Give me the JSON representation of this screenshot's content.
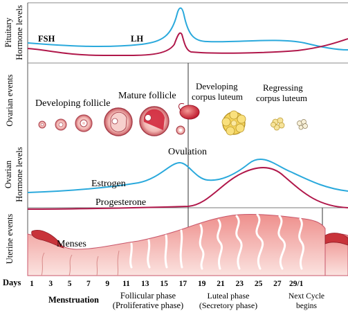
{
  "pituitary": {
    "axis_label_line1": "Pituitary",
    "axis_label_line2": "Hormone levels",
    "fsh_label": "FSH",
    "lh_label": "LH"
  },
  "ovarian_events": {
    "axis_label": "Ovarian events",
    "developing_follicle": "Developing follicle",
    "mature_follicle": "Mature follicle",
    "developing_corpus_line1": "Developing",
    "developing_corpus_line2": "corpus luteum",
    "regressing_corpus_line1": "Regressing",
    "regressing_corpus_line2": "corpus luteum",
    "ovulation": "Ovulation"
  },
  "ovarian_hormones": {
    "axis_label_line1": "Ovarian",
    "axis_label_line2": "Hormone levels",
    "estrogen": "Estrogen",
    "progesterone": "Progesterone"
  },
  "uterine": {
    "axis_label": "Uterine events",
    "menses": "Menses"
  },
  "days": {
    "label": "Days",
    "ticks": [
      "1",
      "3",
      "5",
      "7",
      "9",
      "11",
      "13",
      "15",
      "17",
      "19",
      "21",
      "23",
      "25",
      "27",
      "29/1"
    ]
  },
  "phases": {
    "menstruation": "Menstruation",
    "follicular_line1": "Follicular phase",
    "follicular_line2": "(Proliferative phase)",
    "luteal_line1": "Luteal phase",
    "luteal_line2": "(Secretory phase)",
    "next_line1": "Next Cycle",
    "next_line2": "begins"
  },
  "colors": {
    "fsh_line": "#2aa9dc",
    "lh_line": "#b0174a",
    "estrogen_line": "#2aa9dc",
    "progesterone_line": "#b0174a",
    "tissue": "#f2a9a7",
    "tissue_dark": "#c8333a",
    "corpus_yellow": "#f5d45a"
  }
}
